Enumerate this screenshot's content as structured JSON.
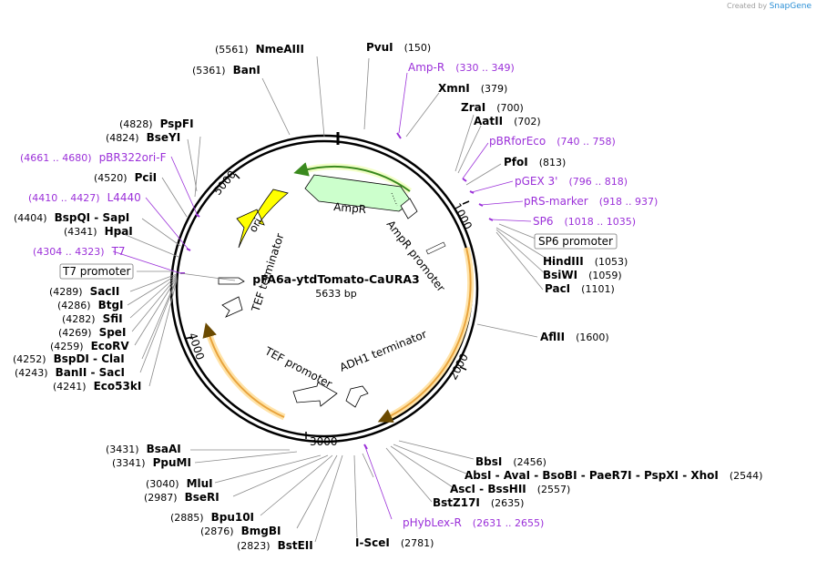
{
  "credit": {
    "prefix": "Created by",
    "brand": "SnapGene"
  },
  "plasmid": {
    "name": "pFA6a-ytdTomato-CaURA3",
    "size": "5633 bp"
  },
  "ticks": [
    "1000",
    "2000",
    "3000",
    "4000",
    "5000"
  ],
  "enzymes": [
    {
      "name": "NmeAIII",
      "pos": "(5561)"
    },
    {
      "name": "BanI",
      "pos": "(5361)"
    },
    {
      "name": "PvuI",
      "pos": "(150)"
    },
    {
      "name": "XmnI",
      "pos": "(379)"
    },
    {
      "name": "ZraI",
      "pos": "(700)"
    },
    {
      "name": "AatII",
      "pos": "(702)"
    },
    {
      "name": "PfoI",
      "pos": "(813)"
    },
    {
      "name": "HindIII",
      "pos": "(1053)"
    },
    {
      "name": "BsiWI",
      "pos": "(1059)"
    },
    {
      "name": "PacI",
      "pos": "(1101)"
    },
    {
      "name": "AflII",
      "pos": "(1600)"
    },
    {
      "name": "BbsI",
      "pos": "(2456)"
    },
    {
      "name": "AbsI - AvaI - BsoBI - PaeR7I - PspXI - XhoI",
      "pos": "(2544)"
    },
    {
      "name": "AscI - BssHII",
      "pos": "(2557)"
    },
    {
      "name": "BstZ17I",
      "pos": "(2635)"
    },
    {
      "name": "I-SceI",
      "pos": "(2781)"
    },
    {
      "name": "BstEII",
      "pos": "(2823)"
    },
    {
      "name": "BmgBI",
      "pos": "(2876)"
    },
    {
      "name": "Bpu10I",
      "pos": "(2885)"
    },
    {
      "name": "BseRI",
      "pos": "(2987)"
    },
    {
      "name": "MluI",
      "pos": "(3040)"
    },
    {
      "name": "PpuMI",
      "pos": "(3341)"
    },
    {
      "name": "BsaAI",
      "pos": "(3431)"
    },
    {
      "name": "Eco53kI",
      "pos": "(4241)"
    },
    {
      "name": "BanII - SacI",
      "pos": "(4243)"
    },
    {
      "name": "BspDI - ClaI",
      "pos": "(4252)"
    },
    {
      "name": "EcoRV",
      "pos": "(4259)"
    },
    {
      "name": "SpeI",
      "pos": "(4269)"
    },
    {
      "name": "SfiI",
      "pos": "(4282)"
    },
    {
      "name": "BtgI",
      "pos": "(4286)"
    },
    {
      "name": "SacII",
      "pos": "(4289)"
    },
    {
      "name": "HpaI",
      "pos": "(4341)"
    },
    {
      "name": "BspQI - SapI",
      "pos": "(4404)"
    },
    {
      "name": "PciI",
      "pos": "(4520)"
    },
    {
      "name": "BseYI",
      "pos": "(4824)"
    },
    {
      "name": "PspFI",
      "pos": "(4828)"
    }
  ],
  "primers": [
    {
      "name": "Amp-R",
      "range": "(330 .. 349)"
    },
    {
      "name": "pBRforEco",
      "range": "(740 .. 758)"
    },
    {
      "name": "pGEX 3'",
      "range": "(796 .. 818)"
    },
    {
      "name": "pRS-marker",
      "range": "(918 .. 937)"
    },
    {
      "name": "SP6",
      "range": "(1018 .. 1035)"
    },
    {
      "name": "pHybLex-R",
      "range": "(2631 .. 2655)"
    },
    {
      "name": "T7",
      "range": "(4304 .. 4323)"
    },
    {
      "name": "L4440",
      "range": "(4410 .. 4427)"
    },
    {
      "name": "pBR322ori-F",
      "range": "(4661 .. 4680)"
    }
  ],
  "boxed_features": [
    {
      "name": "SP6 promoter"
    },
    {
      "name": "T7 promoter"
    }
  ],
  "features": [
    {
      "name": "AmpR",
      "color": "#ccffcc"
    },
    {
      "name": "AmpR promoter",
      "color": "#ffffff"
    },
    {
      "name": "ori",
      "color": "#ffff00"
    },
    {
      "name": "TEF terminator",
      "color": "#ffffff"
    },
    {
      "name": "ADH1 terminator",
      "color": "#ffffff"
    },
    {
      "name": "TEF promoter",
      "color": "#ffffff"
    }
  ],
  "colors": {
    "primer": "#9b30d9",
    "orf_green": "#3a8a1e",
    "orf_orange": "#e8a33c",
    "ori_yellow": "#ffff00",
    "ampr_fill": "#ccffcc"
  }
}
